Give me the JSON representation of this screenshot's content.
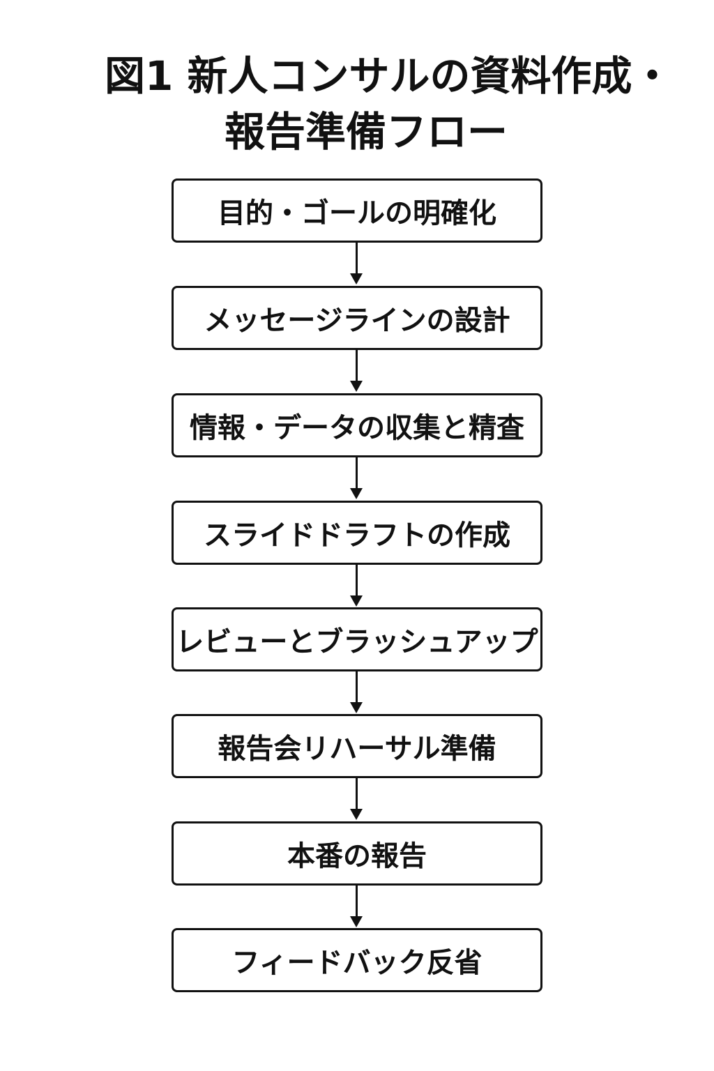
{
  "title": {
    "line1": "図1 新人コンサルの資料作成・",
    "line2": "報告準備フロー"
  },
  "steps": [
    {
      "label": "目的・ゴールの明確化"
    },
    {
      "label": "メッセージラインの設計"
    },
    {
      "label": "情報・データの収集と精査"
    },
    {
      "label": "スライドドラフトの作成"
    },
    {
      "label": "レビューとブラッシュアップ"
    },
    {
      "label": "報告会リハーサル準備"
    },
    {
      "label": "本番の報告"
    },
    {
      "label": "フィードバック反省"
    }
  ],
  "colors": {
    "stroke": "#111111",
    "background": "#ffffff"
  }
}
